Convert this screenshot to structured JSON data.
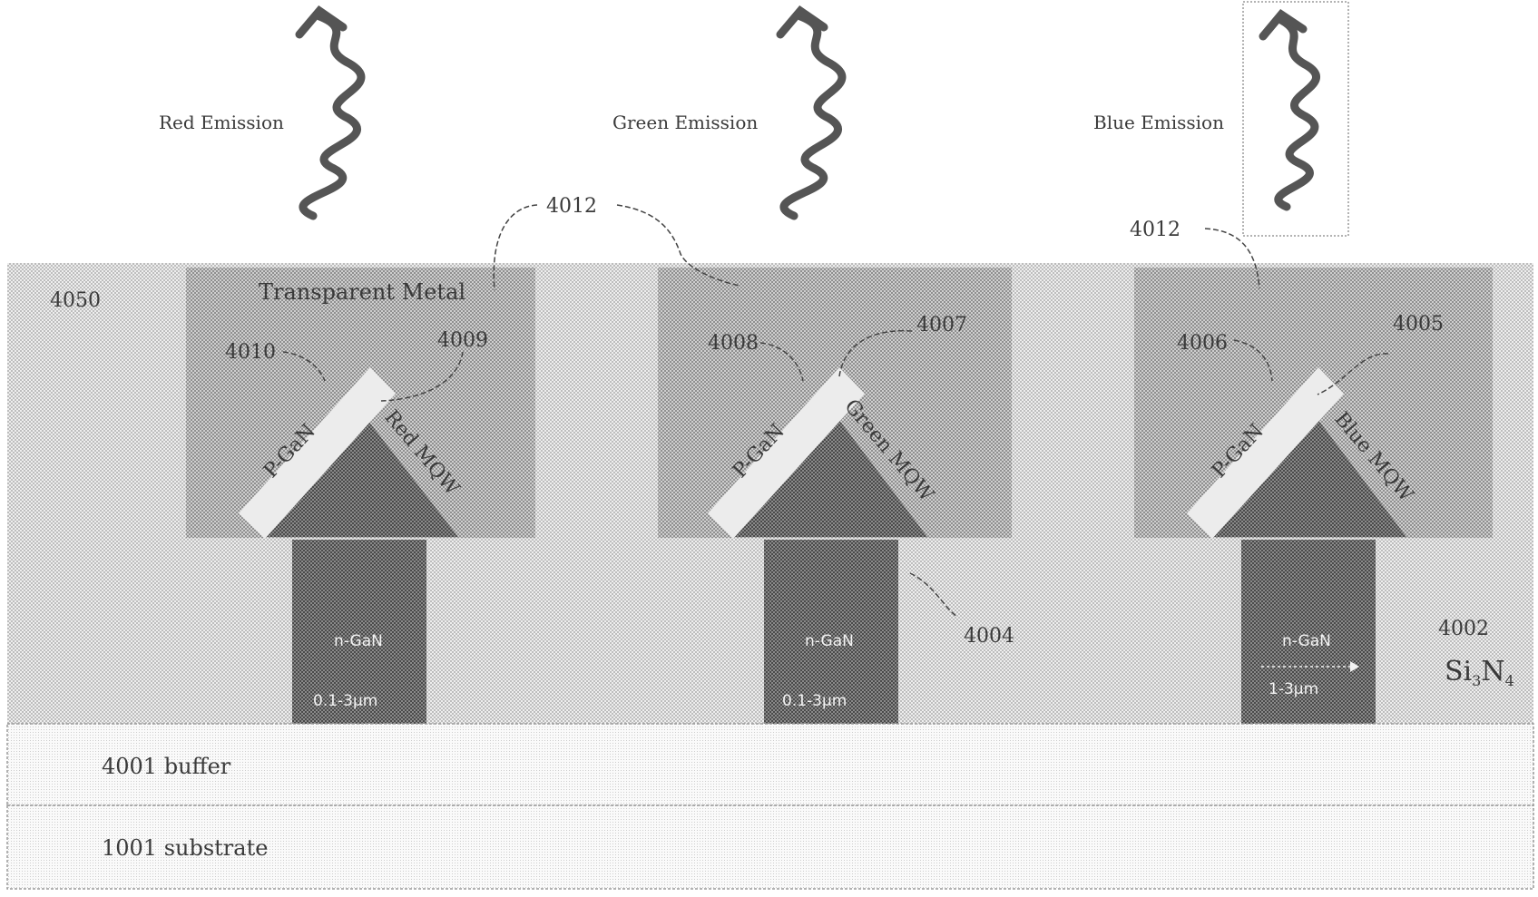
{
  "emissions": {
    "red": "Red Emission",
    "green": "Green Emission",
    "blue": "Blue Emission"
  },
  "refs": {
    "r4012a": "4012",
    "r4012b": "4012",
    "r4050": "4050",
    "r4010": "4010",
    "r4009": "4009",
    "r4008": "4008",
    "r4007": "4007",
    "r4006": "4006",
    "r4005": "4005",
    "r4004": "4004",
    "r4002": "4002"
  },
  "labels": {
    "transparent_metal": "Transparent Metal",
    "pgan_red": "P-GaN",
    "pgan_green": "P-GaN",
    "pgan_blue": "P-GaN",
    "mqw_red": "Red MQW",
    "mqw_green": "Green MQW",
    "mqw_blue": "Blue MQW",
    "ngan_red": "n-GaN",
    "ngan_green": "n-GaN",
    "ngan_blue": "n-GaN",
    "thick_red": "0.1-3μm",
    "thick_green": "0.1-3μm",
    "thick_blue": "1-3μm",
    "si3n4_main": "Si",
    "si3n4_sub3": "3",
    "si3n4_n": "N",
    "si3n4_sub4": "4",
    "buffer": "4001 buffer",
    "substrate": "1001 substrate"
  }
}
